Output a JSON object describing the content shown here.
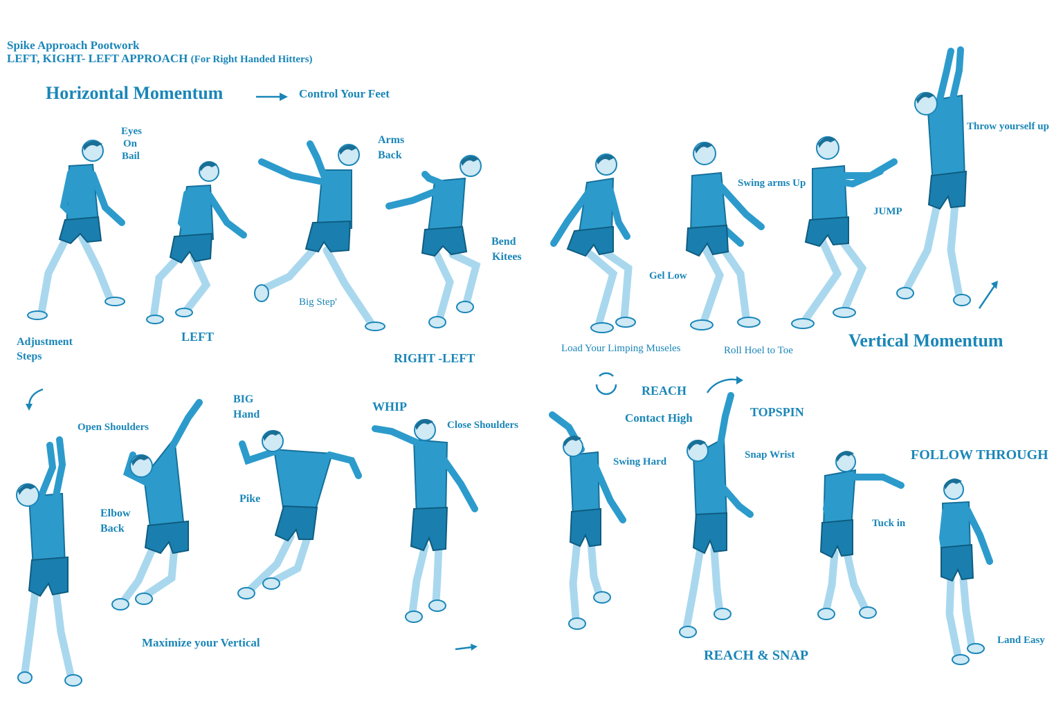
{
  "header": {
    "title": "Spike Approach Pootwork",
    "subtitle_main": "LEFT,  KIGHT- LEFT APPROACH",
    "subtitle_note": "(For Right Handed Hitters)"
  },
  "sections": {
    "horizontal": "Horizontal Momentum",
    "control": "Control Your Feet",
    "vertical": "Vertical Momentum",
    "maximize": "Maximize your Vertical",
    "reach_snap": "REACH & SNAP",
    "follow": "FOLLOW THROUGH"
  },
  "top_labels": {
    "eyes1": "Eyes",
    "eyes2": "On",
    "eyes3": "Bail",
    "adjust1": "Adjustment",
    "adjust2": "Steps",
    "left": "LEFT",
    "arms1": "Arms",
    "arms2": "Back",
    "bigstep": "Big Step'",
    "bend1": "Bend",
    "bend2": "Kitees",
    "rightleft": "RIGHT -LEFT",
    "getlow": "Gel Low",
    "load": "Load Your Limping Museles",
    "swing": "Swing arms Up",
    "roll": "Roll Hoel to Toe",
    "jump": "JUMP",
    "throw": "Throw yourself up"
  },
  "bottom_labels": {
    "open": "Open Shoulders",
    "elbow1": "Elbow",
    "elbow2": "Back",
    "big1": "BIG",
    "big2": "Hand",
    "pike": "Pike",
    "whip": "WHIP",
    "close": "Close Shoulders",
    "reach": "REACH",
    "contact": "Contact High",
    "swinghard": "Swing Hard",
    "topspin": "TOPSPIN",
    "snap": "Snap Wrist",
    "tuck": "Tuck in",
    "land": "Land Easy"
  },
  "colors": {
    "ink": "#1a86b8",
    "shirt": "#2c9bcc",
    "shorts": "#1a7fae",
    "skin": "#cfe9f5"
  }
}
